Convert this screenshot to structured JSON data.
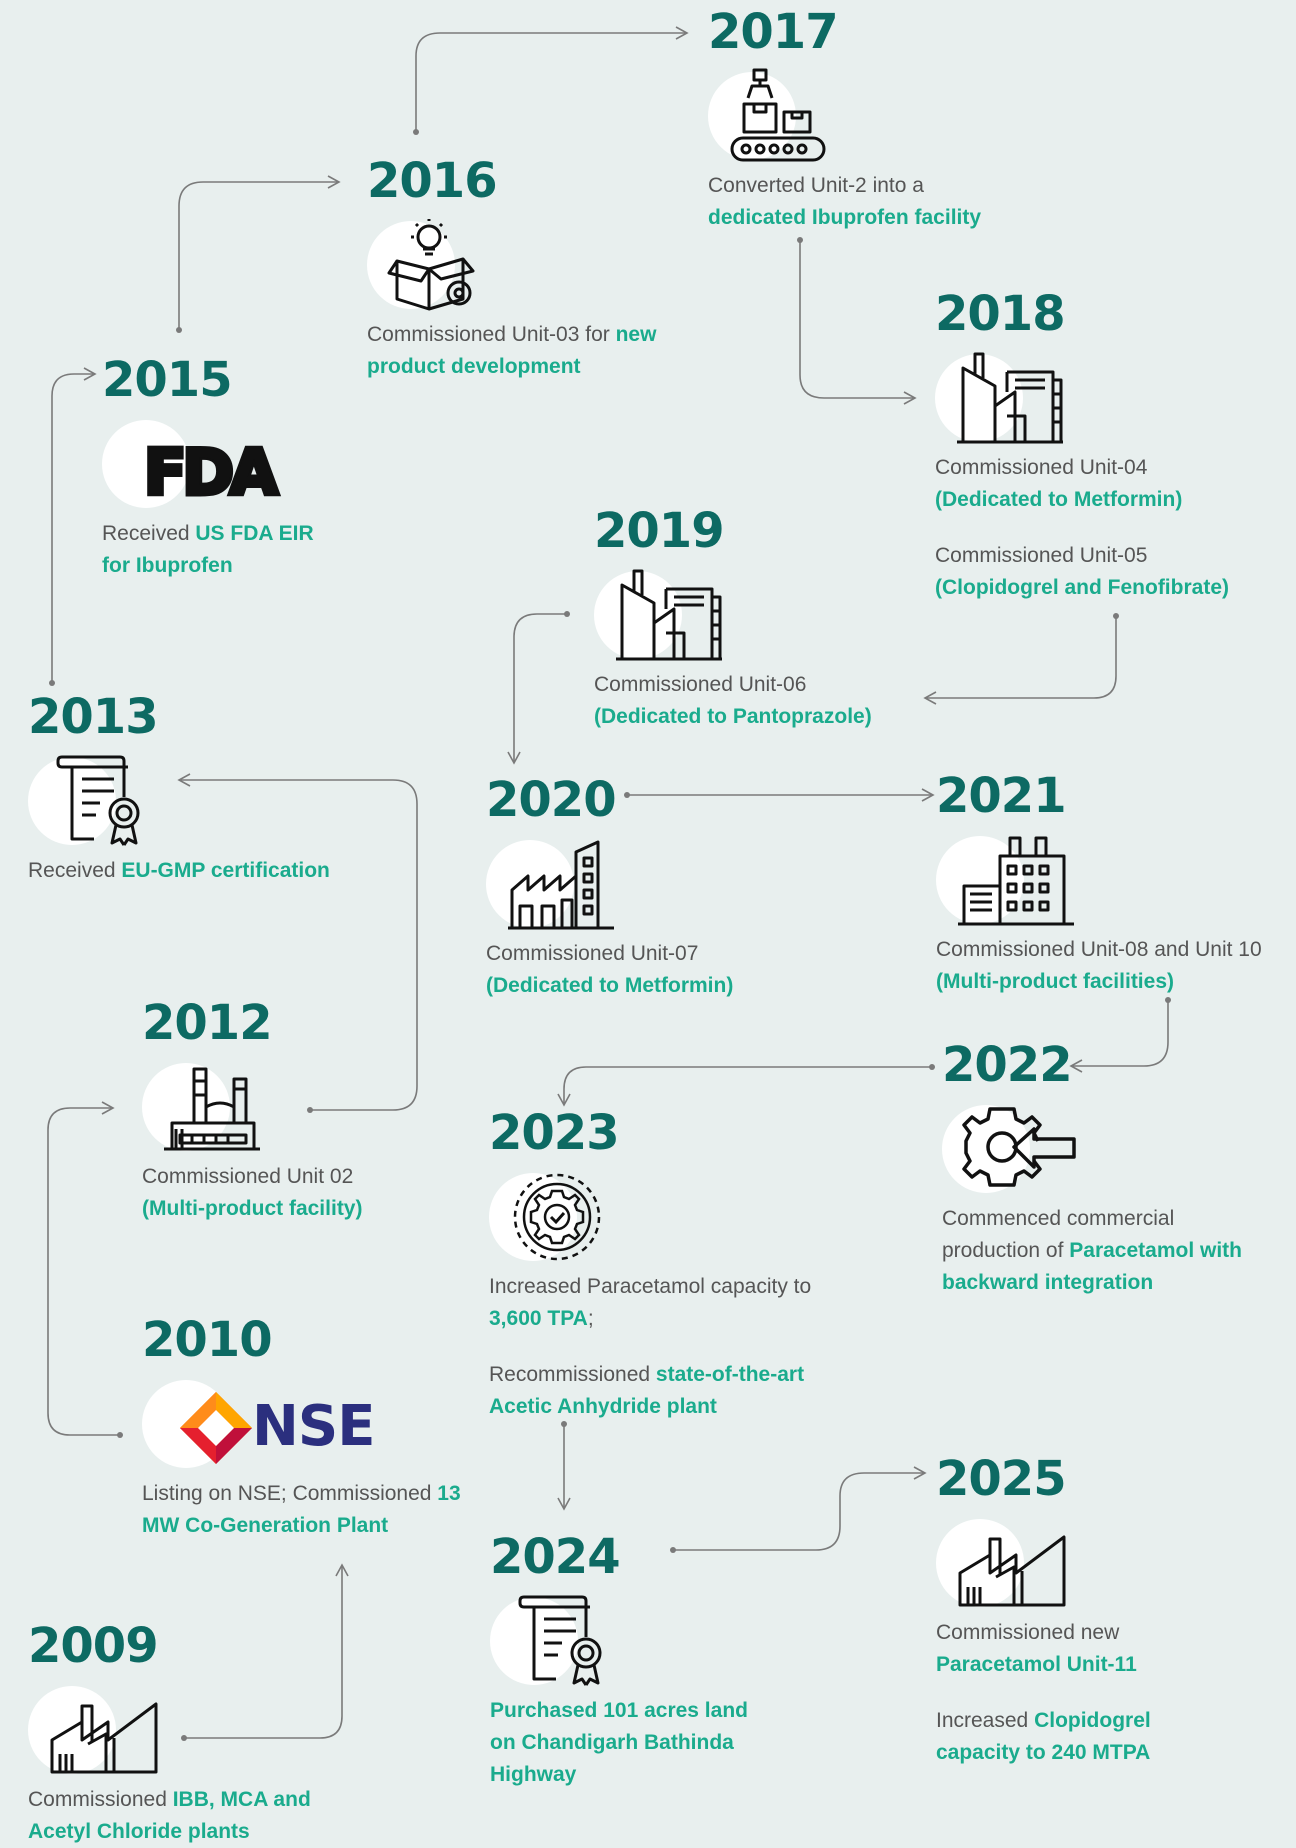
{
  "colors": {
    "background": "#e8efee",
    "year": "#0d6a63",
    "highlight": "#1aab8d",
    "text": "#555555",
    "connector": "#7a7a7a"
  },
  "milestones": {
    "y2009": {
      "year": "2009",
      "icon": "industrial-plant-icon",
      "text": "Commissioned ",
      "highlight": "IBB, MCA and Acetyl Chloride plants"
    },
    "y2010": {
      "year": "2010",
      "icon": "nse-logo",
      "logo_text": "NSE",
      "text": "Listing on NSE; Commissioned ",
      "highlight": "13 MW Co-Generation Plant"
    },
    "y2012": {
      "year": "2012",
      "icon": "factory-plant-icon",
      "text": "Commissioned Unit 02 ",
      "highlight": "(Multi-product facility)"
    },
    "y2013": {
      "year": "2013",
      "icon": "certificate-icon",
      "text": "Received ",
      "highlight": "EU-GMP certification"
    },
    "y2015": {
      "year": "2015",
      "icon": "fda-logo",
      "logo_text": "FDA",
      "text": "Received ",
      "highlight": "US FDA EIR for Ibuprofen"
    },
    "y2016": {
      "year": "2016",
      "icon": "product-box-icon",
      "text": "Commissioned Unit-03 for ",
      "highlight": "new product development"
    },
    "y2017": {
      "year": "2017",
      "icon": "robotic-production-icon",
      "text": "Converted Unit-2 into a ",
      "highlight": "dedicated Ibuprofen facility"
    },
    "y2018": {
      "year": "2018",
      "icon": "factory-icon",
      "text1": "Commissioned Unit-04 ",
      "highlight1": "(Dedicated to Metformin)",
      "text2": "Commissioned Unit-05 ",
      "highlight2": "(Clopidogrel and Fenofibrate)"
    },
    "y2019": {
      "year": "2019",
      "icon": "factory-icon",
      "text": "Commissioned Unit-06 ",
      "highlight": "(Dedicated to Pantoprazole)"
    },
    "y2020": {
      "year": "2020",
      "icon": "factory-sawtooth-icon",
      "text": "Commissioned Unit-07 ",
      "highlight": "(Dedicated to Metformin)"
    },
    "y2021": {
      "year": "2021",
      "icon": "office-building-icon",
      "text": "Commissioned Unit-08 and Unit 10 ",
      "highlight": "(Multi-product facilities)"
    },
    "y2022": {
      "year": "2022",
      "icon": "gear-arrow-icon",
      "text": "Commenced commercial production of ",
      "highlight": "Paracetamol with backward integration"
    },
    "y2023": {
      "year": "2023",
      "icon": "gear-check-icon",
      "text1": "Increased Paracetamol capacity to ",
      "highlight1": "3,600 TPA",
      "suffix1": ";",
      "text2": "Recommissioned ",
      "highlight2": "state-of-the-art Acetic Anhydride plant"
    },
    "y2024": {
      "year": "2024",
      "icon": "certificate-icon",
      "highlight": "Purchased 101 acres land on Chandigarh Bathinda Highway"
    },
    "y2025": {
      "year": "2025",
      "icon": "industrial-plant-icon",
      "text1": "Commissioned new ",
      "highlight1": "Paracetamol Unit-11",
      "text2": "Increased ",
      "highlight2": "Clopidogrel capacity to 240 MTPA"
    }
  }
}
